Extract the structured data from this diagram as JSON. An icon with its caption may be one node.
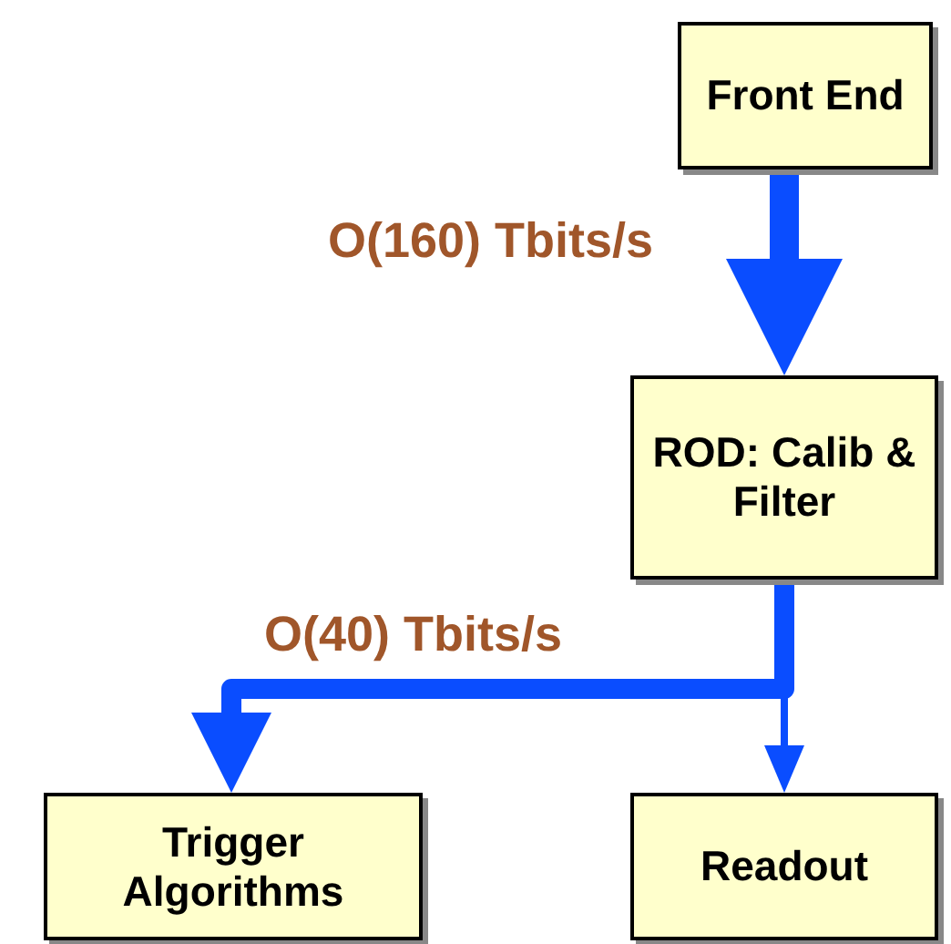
{
  "diagram": {
    "nodes": [
      {
        "text": [
          "Front End"
        ]
      },
      {
        "text": [
          "ROD: Calib & Filter"
        ]
      },
      {
        "text": [
          "Trigger Algorithms"
        ]
      },
      {
        "text": [
          "Readout"
        ]
      }
    ],
    "edges": [
      {
        "from": 0,
        "to": 1,
        "arrow": "to",
        "label": "O(160) Tbits/s"
      },
      {
        "from": 1,
        "to": 2,
        "arrow": "to",
        "label": "O(40) Tbits/s"
      },
      {
        "from": 1,
        "to": 3,
        "arrow": "to"
      }
    ]
  }
}
